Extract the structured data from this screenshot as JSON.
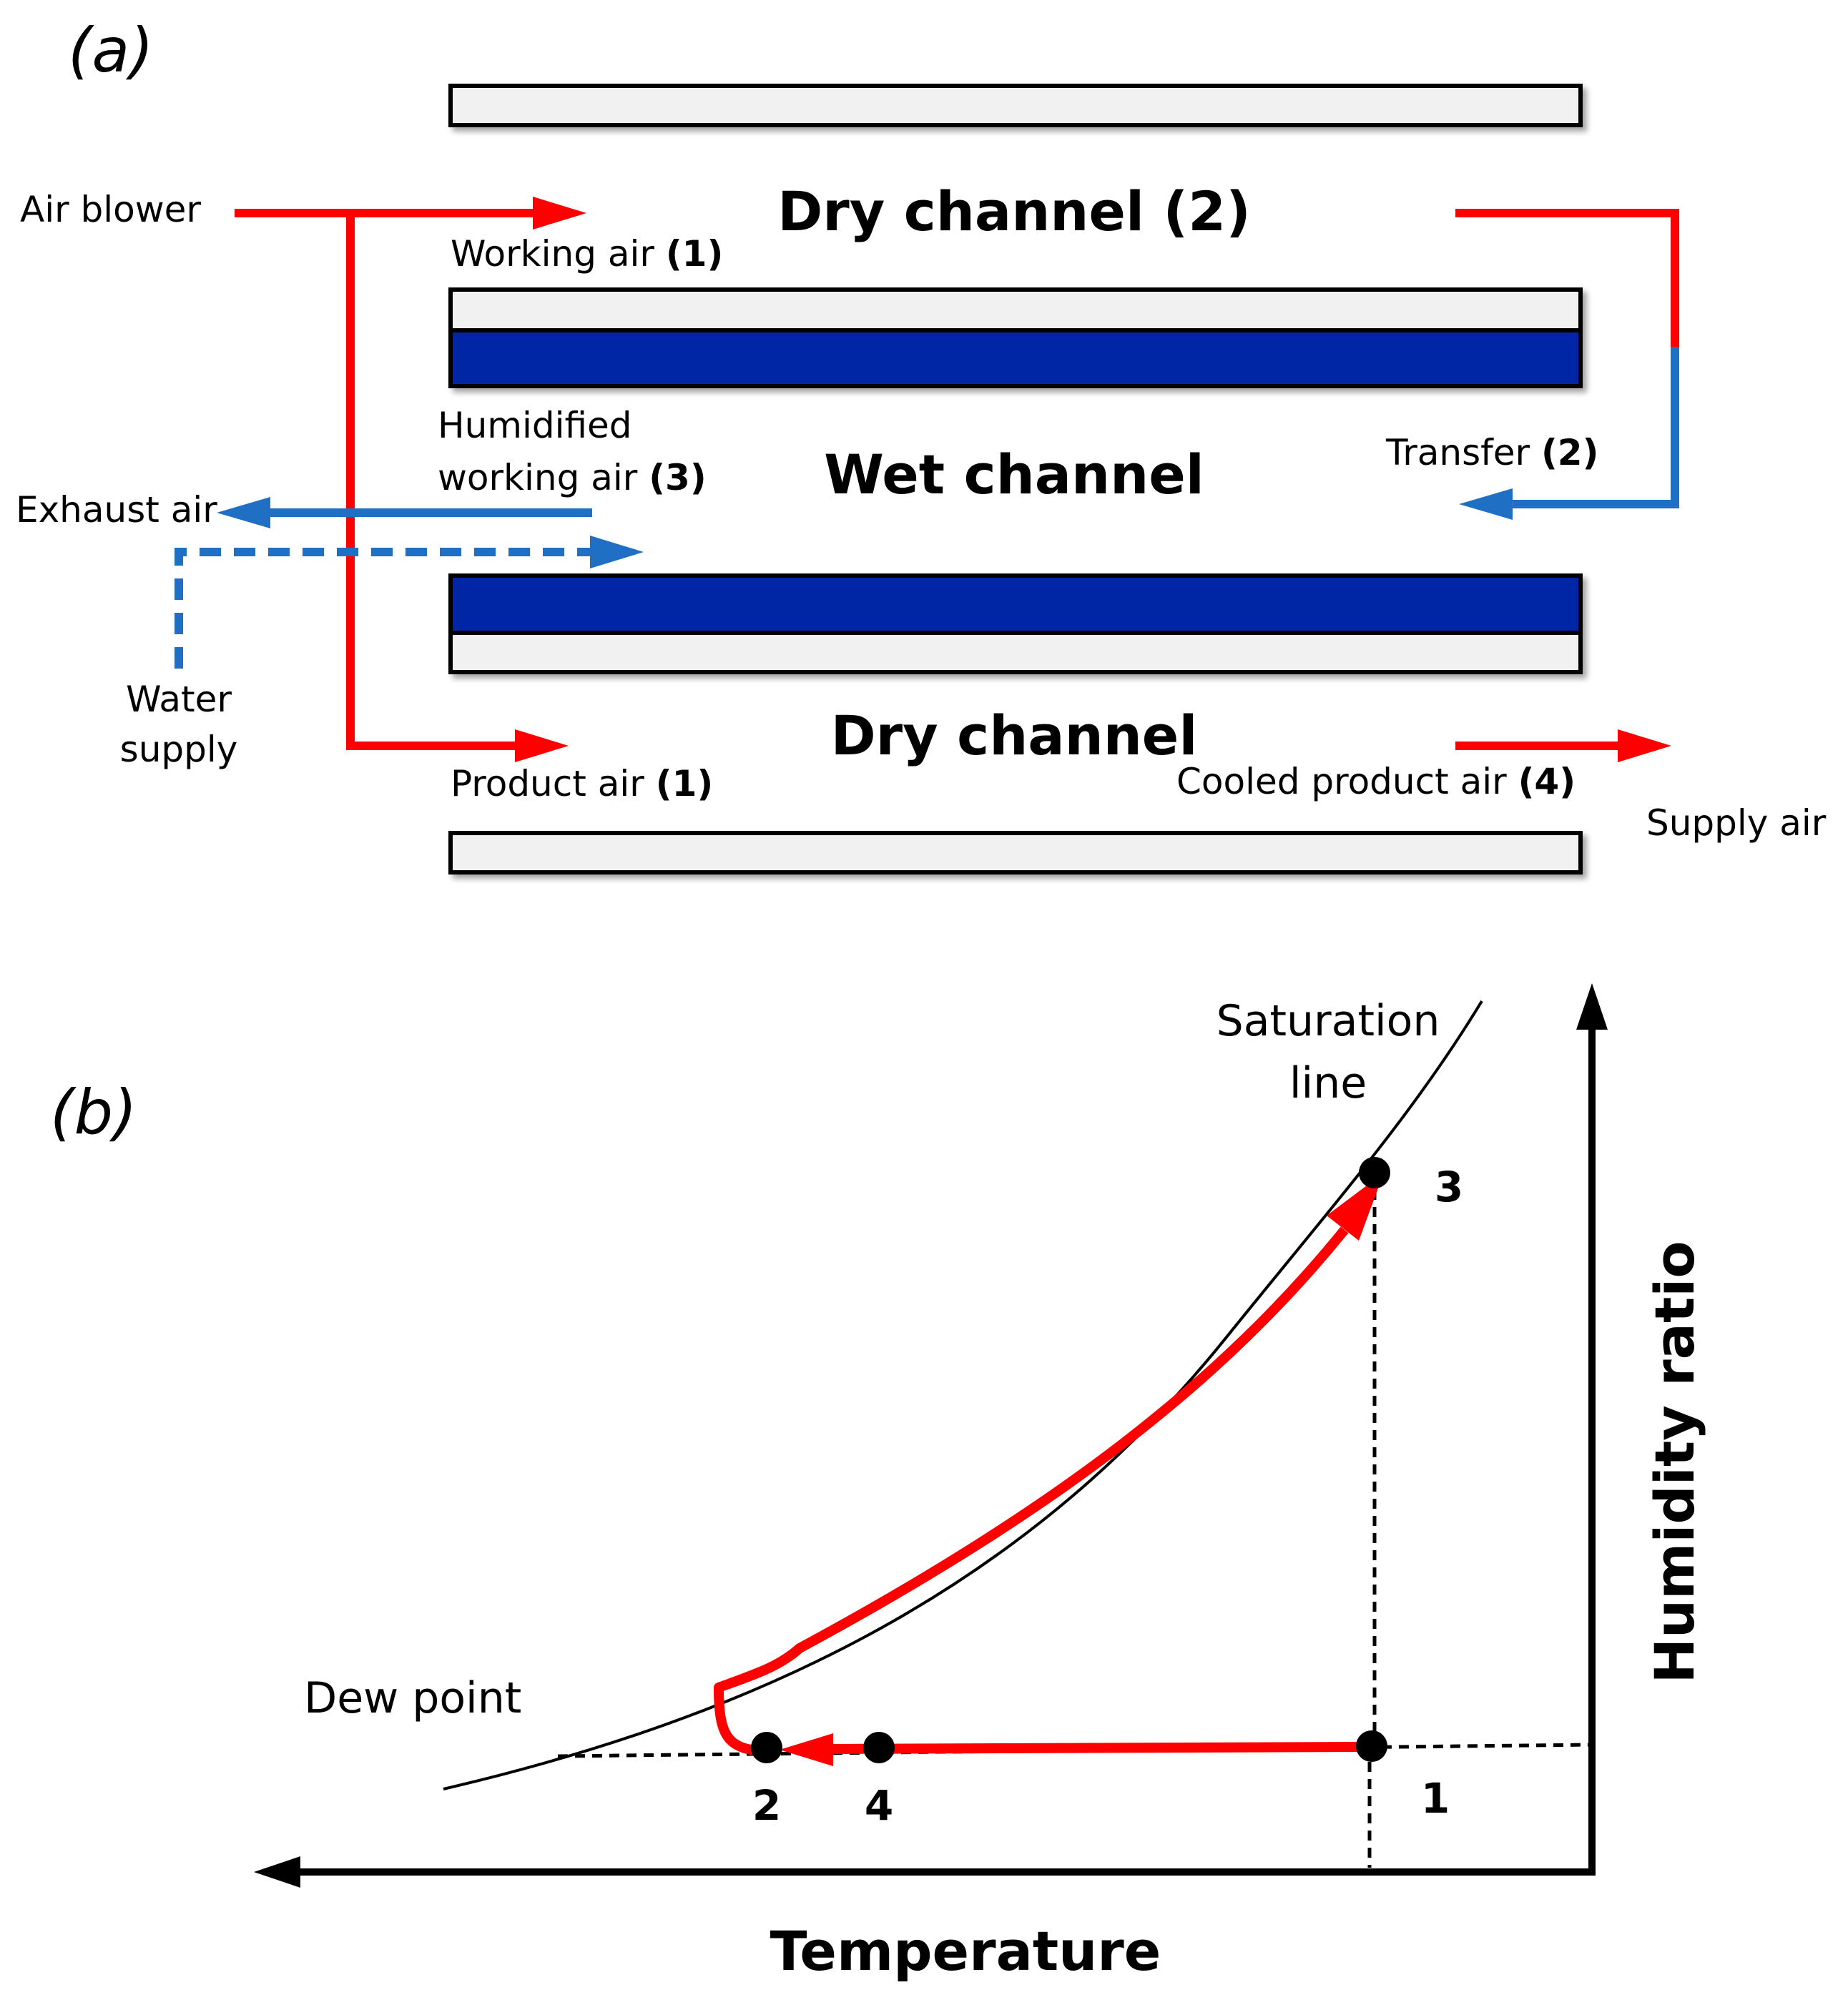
{
  "colors": {
    "hot_air": "#ff0000",
    "cool_air": "#1f6fc4",
    "wet_layer": "#0027a6",
    "plate": "#f1f1f1",
    "outline": "#000000"
  },
  "panel_a": {
    "label": "(a)",
    "dry_channel_top": "Dry channel (2)",
    "wet_channel": "Wet channel",
    "dry_channel_bottom": "Dry channel",
    "air_blower": "Air blower",
    "working_air_text": "Working air ",
    "working_air_num": "(1)",
    "humidified_line1": "Humidified",
    "humidified_line2_text": "working air ",
    "humidified_num": "(3)",
    "transfer_text": "Transfer ",
    "transfer_num": "(2)",
    "exhaust_air": "Exhaust air",
    "water_line1": "Water",
    "water_line2": "supply",
    "product_air_text": "Product air ",
    "product_air_num": "(1)",
    "cooled_product_text": "Cooled product air ",
    "cooled_product_num": "(4)",
    "supply_air": "Supply air"
  },
  "panel_b": {
    "label": "(b)",
    "saturation_line1": "Saturation",
    "saturation_line2": "line",
    "dew_point": "Dew point",
    "x_axis": "Temperature",
    "y_axis": "Humidity ratio",
    "points": [
      {
        "id": "1",
        "label": "1"
      },
      {
        "id": "2",
        "label": "2"
      },
      {
        "id": "3",
        "label": "3"
      },
      {
        "id": "4",
        "label": "4"
      }
    ]
  }
}
